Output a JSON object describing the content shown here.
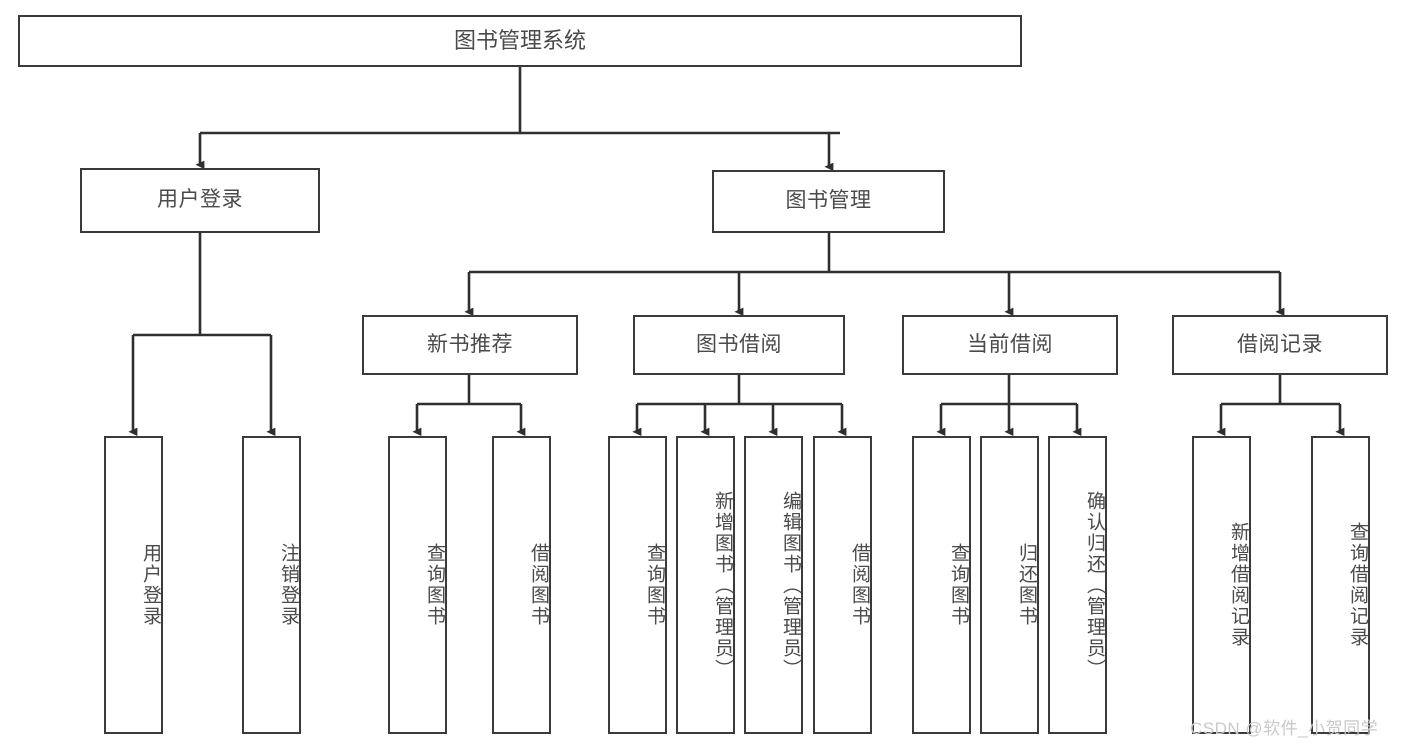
{
  "diagram": {
    "title": "图书管理系统",
    "type": "tree",
    "watermark": "CSDN @软件_小贺同学",
    "colors": {
      "box_border": "#3a3a3a",
      "box_fill": "#ffffff",
      "text": "#4a4a4a",
      "edge": "#2f2f2f",
      "watermark": "#c9c9c9",
      "background": "#ffffff"
    },
    "root": {
      "label": "图书管理系统"
    },
    "level2": [
      {
        "label": "用户登录"
      },
      {
        "label": "图书管理"
      }
    ],
    "level3": [
      {
        "label": "新书推荐"
      },
      {
        "label": "图书借阅"
      },
      {
        "label": "当前借阅"
      },
      {
        "label": "借阅记录"
      }
    ],
    "leaves": {
      "user_login": [
        {
          "label": "用户登录"
        },
        {
          "label": "注销登录"
        }
      ],
      "new_book": [
        {
          "label": "查询图书"
        },
        {
          "label": "借阅图书"
        }
      ],
      "borrow": [
        {
          "label": "查询图书"
        },
        {
          "label": "新增图书（管理员）"
        },
        {
          "label": "编辑图书（管理员）"
        },
        {
          "label": "借阅图书"
        }
      ],
      "current": [
        {
          "label": "查询图书"
        },
        {
          "label": "归还图书"
        },
        {
          "label": "确认归还（管理员）"
        }
      ],
      "records": [
        {
          "label": "新增借阅记录"
        },
        {
          "label": "查询借阅记录"
        }
      ]
    }
  }
}
